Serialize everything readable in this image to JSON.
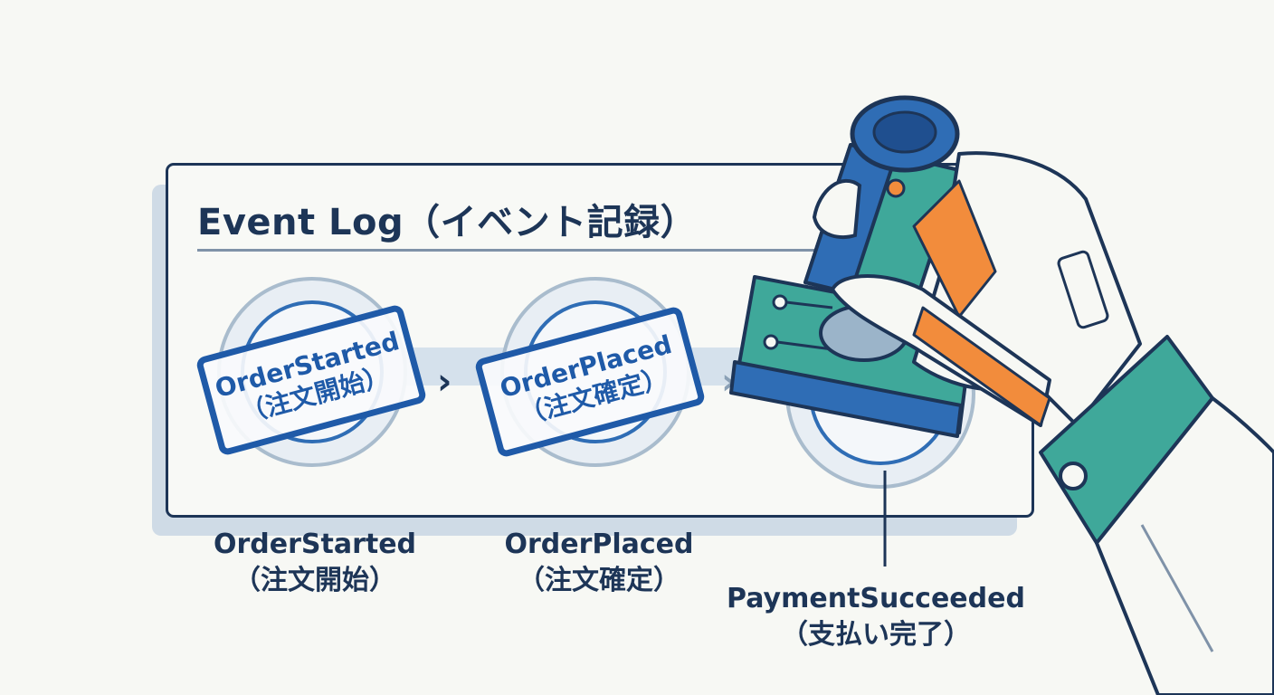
{
  "panel": {
    "title": "Event Log（イベント記録）"
  },
  "events": [
    {
      "name": "OrderStarted",
      "name_jp": "（注文開始）",
      "stamp_name": "OrderStarted",
      "stamp_jp": "（注文開始）"
    },
    {
      "name": "OrderPlaced",
      "name_jp": "（注文確定）",
      "stamp_name": "OrderPlaced",
      "stamp_jp": "（注文確定）"
    },
    {
      "name": "PaymentSucceeded",
      "name_jp": "（支払い完了）"
    }
  ],
  "colors": {
    "navy": "#1d3557",
    "stamp_blue": "#1f5aa8",
    "teal": "#3fa89a",
    "orange": "#f28c3c",
    "light_blue": "#d5e1ec"
  },
  "icons": [
    "chevron-right-icon",
    "rubber-stamp-icon",
    "hand-icon"
  ]
}
